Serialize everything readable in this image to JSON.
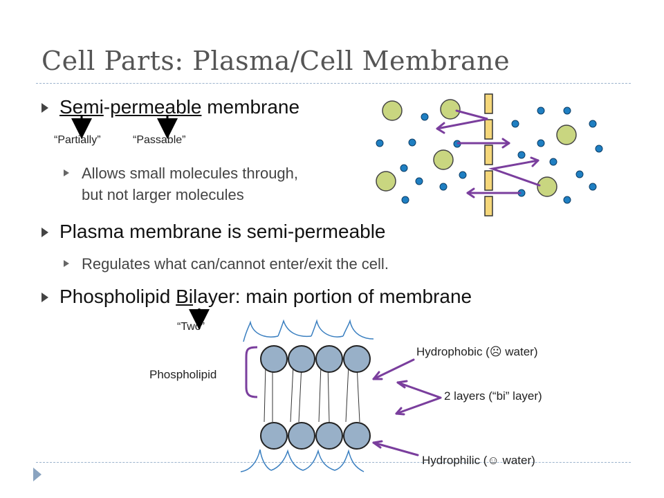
{
  "title": "Cell Parts: Plasma/Cell Membrane",
  "bullets": {
    "b1": {
      "part1": "Semi",
      "part2": "-",
      "part3": "permeable",
      "part4": " membrane"
    },
    "b1_notes": {
      "partially": "“Partially”",
      "passable": "“Passable”"
    },
    "b1_sub": {
      "line1": "Allows small molecules through,",
      "line2": "but not larger molecules"
    },
    "b2": "Plasma membrane is semi-permeable",
    "b2_sub": "Regulates what can/cannot enter/exit the cell.",
    "b3": {
      "pre": "Phospholipid ",
      "bi": "Bi",
      "post": "layer: main portion of membrane"
    },
    "b3_note": "“Two”"
  },
  "diagram": {
    "phospholipid_label": "Phospholipid",
    "hydrophobic": "Hydrophobic (☹ water)",
    "layers": "2 layers (“bi” layer)",
    "hydrophilic": "Hydrophilic (☺ water)"
  },
  "colors": {
    "large_molecule": "#c9d680",
    "small_molecule": "#1f7fc2",
    "membrane_bar": "#f5d77a",
    "arrow": "#7a3e9d",
    "head": "#98b0c8",
    "water_line": "#3a7fc0"
  }
}
